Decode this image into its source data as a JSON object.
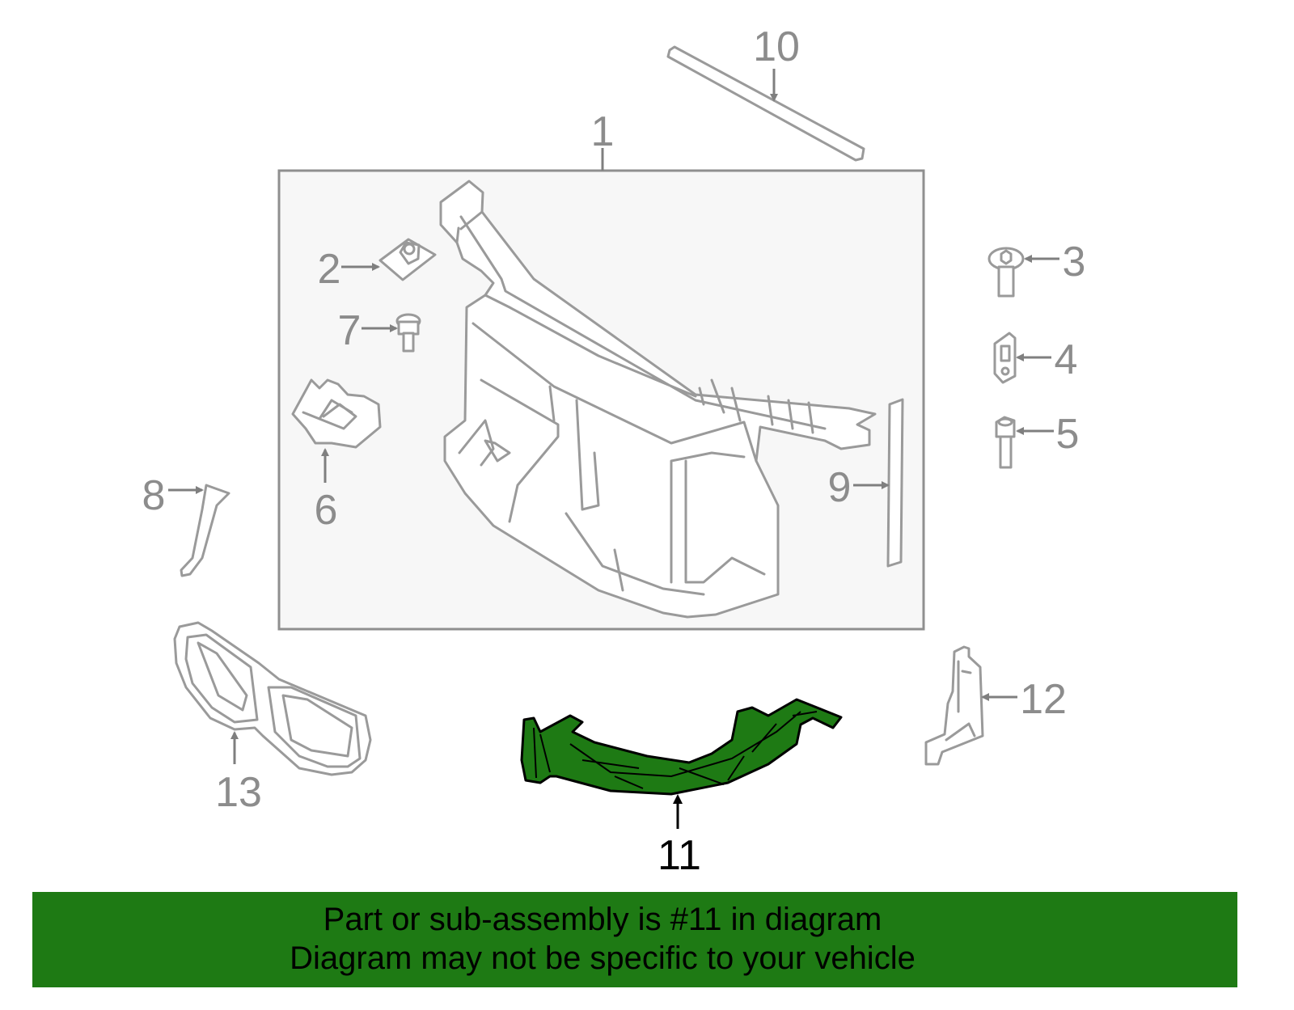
{
  "diagram": {
    "highlight_color": "#1e7a14",
    "callouts": {
      "c1": "1",
      "c2": "2",
      "c3": "3",
      "c4": "4",
      "c5": "5",
      "c6": "6",
      "c7": "7",
      "c8": "8",
      "c9": "9",
      "c10": "10",
      "c11": "11",
      "c12": "12",
      "c13": "13"
    },
    "highlighted_part": "11"
  },
  "banner": {
    "line1": "Part or sub-assembly is #11 in diagram",
    "line2": "Diagram may not be specific to your vehicle",
    "background": "#1e7a14"
  }
}
